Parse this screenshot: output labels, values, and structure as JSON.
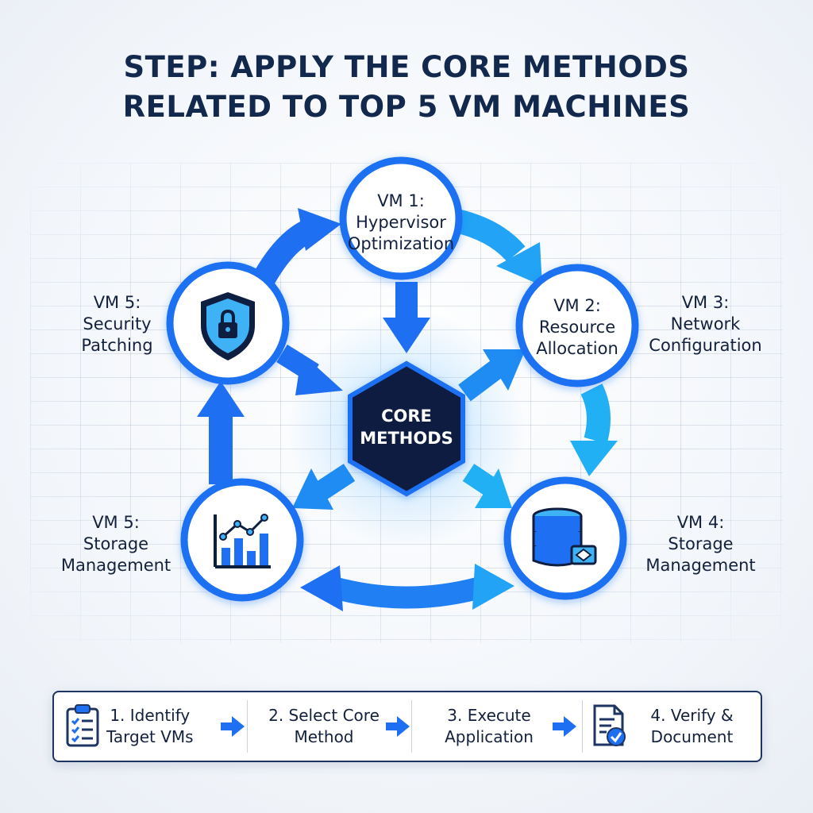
{
  "title": {
    "line1": "STEP: APPLY THE CORE METHODS",
    "line2": "RELATED TO TOP 5 VM MACHINES"
  },
  "core": {
    "line1": "CORE",
    "line2": "METHODS"
  },
  "nodes": {
    "vm1": {
      "line1": "VM 1:",
      "line2": "Hypervisor",
      "line3": "Optimization"
    },
    "vm2": {
      "line1": "VM 2:",
      "line2": "Resource",
      "line3": "Allocation"
    },
    "vm3": {
      "line1": "VM 3:",
      "line2": "Network",
      "line3": "Configuration"
    },
    "vm4": {
      "line1": "VM 4:",
      "line2": "Storage",
      "line3": "Management",
      "icon": "database-icon"
    },
    "vm5_security": {
      "line1": "VM 5:",
      "line2": "Security",
      "line3": "Patching",
      "icon": "shield-lock-icon"
    },
    "vm5_storage": {
      "line1": "VM 5:",
      "line2": "Storage",
      "line3": "Management",
      "icon": "bar-chart-icon"
    }
  },
  "steps": [
    {
      "line1": "1. Identify",
      "line2": "Target VMs",
      "icon": "clipboard-checklist-icon"
    },
    {
      "line1": "2. Select Core",
      "line2": "Method"
    },
    {
      "line1": "3. Execute",
      "line2": "Application"
    },
    {
      "line1": "4. Verify &",
      "line2": "Document",
      "icon": "document-check-icon"
    }
  ],
  "colors": {
    "accent_blue": "#1f6ff2",
    "light_blue": "#22b0f5",
    "navy": "#0d1e40",
    "title": "#13284d"
  }
}
